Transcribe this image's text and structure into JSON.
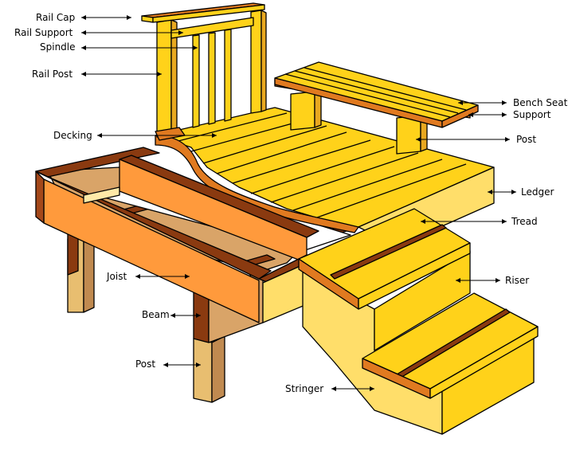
{
  "labels": {
    "rail_cap": "Rail Cap",
    "rail_support": "Rail Support",
    "spindle": "Spindle",
    "rail_post": "Rail Post",
    "decking": "Decking",
    "joist": "Joist",
    "beam": "Beam",
    "post_left": "Post",
    "stringer": "Stringer",
    "bench_seat": "Bench Seat",
    "support": "Support",
    "post_right": "Post",
    "ledger": "Ledger",
    "tread": "Tread",
    "riser": "Riser"
  },
  "colors": {
    "deck_yellow": "#FFD21A",
    "light_yellow": "#FFDE6A",
    "orange": "#FF9A3C",
    "dark_brown": "#8A3A10",
    "tan": "#D9A468",
    "tan_dark": "#C08A50",
    "bench_orange": "#E07A20"
  }
}
